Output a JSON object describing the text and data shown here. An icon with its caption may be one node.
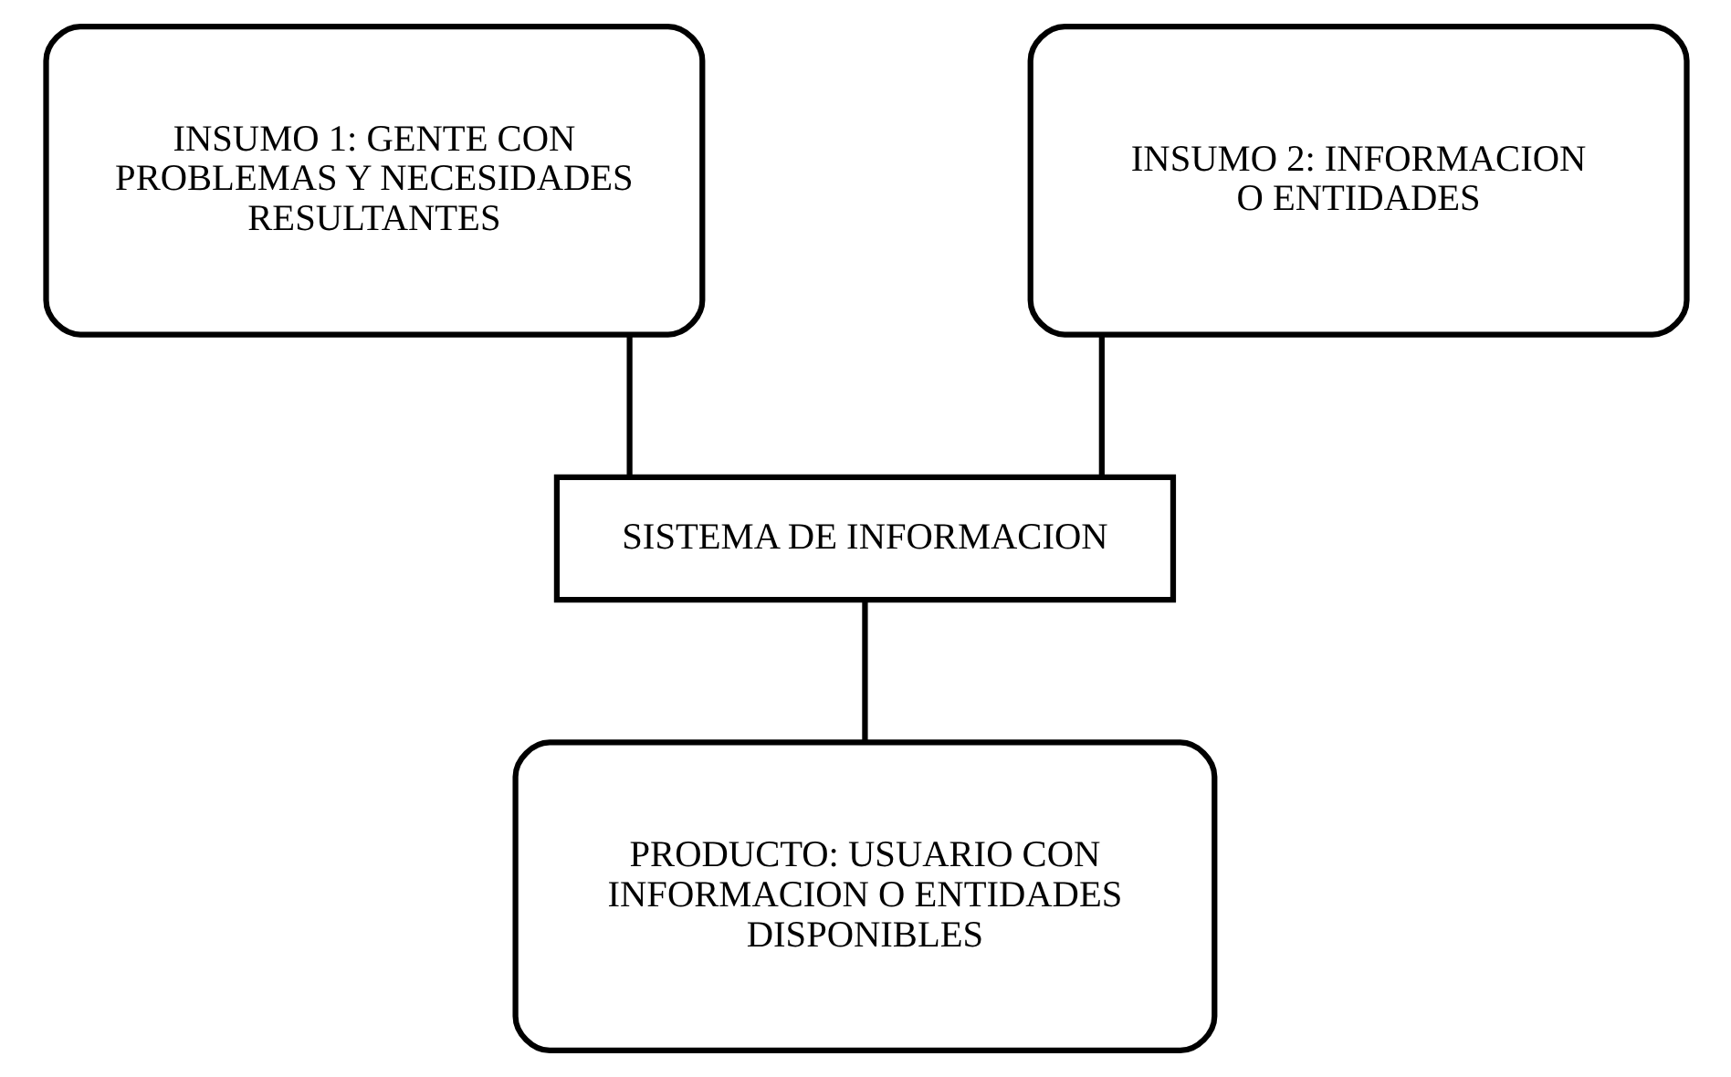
{
  "diagram": {
    "nodes": [
      {
        "text": [
          "INSUMO 1: GENTE CON PROBLEMAS Y NECESIDADES RESULTANTES"
        ]
      },
      {
        "text": [
          "INSUMO 2: INFORMACION O ENTIDADES"
        ]
      },
      {
        "text": [
          "SISTEMA DE INFORMACION"
        ]
      },
      {
        "text": [
          "PRODUCTO: USUARIO CON INFORMACION O ENTIDADES DISPONIBLES"
        ]
      }
    ],
    "edges": [
      {
        "from": 0,
        "to": 2,
        "arrow": "none"
      },
      {
        "from": 1,
        "to": 2,
        "arrow": "none"
      },
      {
        "from": 2,
        "to": 3,
        "arrow": "none"
      }
    ]
  }
}
